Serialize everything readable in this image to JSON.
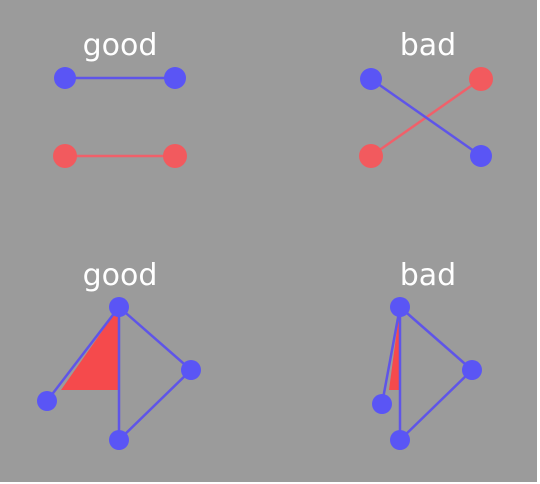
{
  "panels": [
    {
      "label": "good"
    },
    {
      "label": "bad"
    },
    {
      "label": "good"
    },
    {
      "label": "bad"
    }
  ],
  "colors": {
    "background": "#9b9b9b",
    "blue": "#5a55f5",
    "red": "#f25a5e",
    "red_fill": "#f54a4c",
    "blue_line": "#5f55e8",
    "red_line": "#f0606a",
    "label_text": "#ffffff"
  }
}
